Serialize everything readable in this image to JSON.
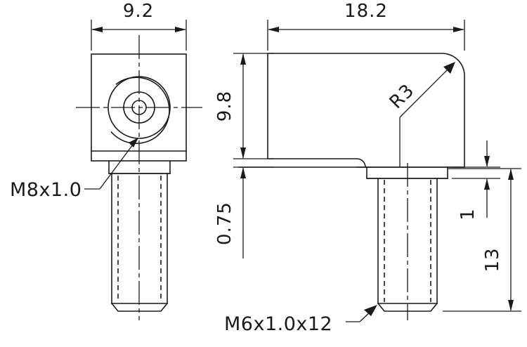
{
  "drawing": {
    "title": "Mechanical part two-view technical drawing",
    "line_color": "#1a1a1a",
    "background_color": "#ffffff",
    "views": {
      "left": {
        "name": "end-view",
        "description": "End view showing concentric circles and threaded shaft"
      },
      "right": {
        "name": "side-view",
        "description": "Side view showing L-shaped body with rounded corner and bolt"
      }
    }
  },
  "dimensions": {
    "width_top_left": "9.2",
    "width_top_right": "18.2",
    "height_body": "9.8",
    "height_offset": "0.75",
    "radius_corner": "R3",
    "collar_height": "1",
    "bolt_length": "13"
  },
  "labels": {
    "thread_upper": "M8x1.0",
    "thread_lower": "M6x1.0x12"
  }
}
